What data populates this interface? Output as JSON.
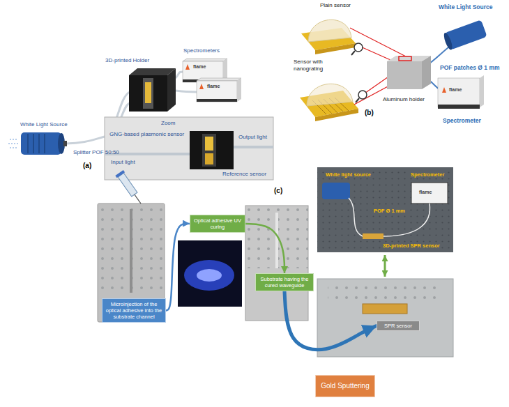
{
  "diagram": {
    "nodes": [
      {
        "text": [
          "Microinjection of the optical adhesive into the substrate channel"
        ]
      },
      {
        "text": [
          "Optical adhesive UV curing"
        ]
      },
      {
        "text": [
          "Substrate having the cured waveguide"
        ]
      },
      {
        "text": [
          "SPR sensor"
        ]
      },
      {
        "text": [
          "Gold Sputtering"
        ]
      }
    ],
    "edges": [
      {
        "from": 0,
        "to": 1,
        "arrow": "to"
      },
      {
        "from": 1,
        "to": 2,
        "arrow": "to"
      },
      {
        "from": 2,
        "to": 3,
        "arrow": "to"
      }
    ],
    "labels": [
      "White Light Source",
      "Splitter POF 50:50",
      "3D-printed Holder",
      "Spectrometers",
      "flame",
      "flame",
      "Zoom",
      "GNG-based plasmonic sensor",
      "Output light",
      "Input light",
      "Reference sensor",
      "(a)",
      "Plain sensor",
      "Sensor with nanograting",
      "White Light Source",
      "POF patches Ø 1 mm",
      "Aluminum holder",
      "Spectrometer",
      "flame",
      "(b)",
      "(c)",
      "White light source",
      "Spectrometer",
      "POF Ø 1 mm",
      "3D-printed SPR sensor",
      "flame"
    ]
  }
}
